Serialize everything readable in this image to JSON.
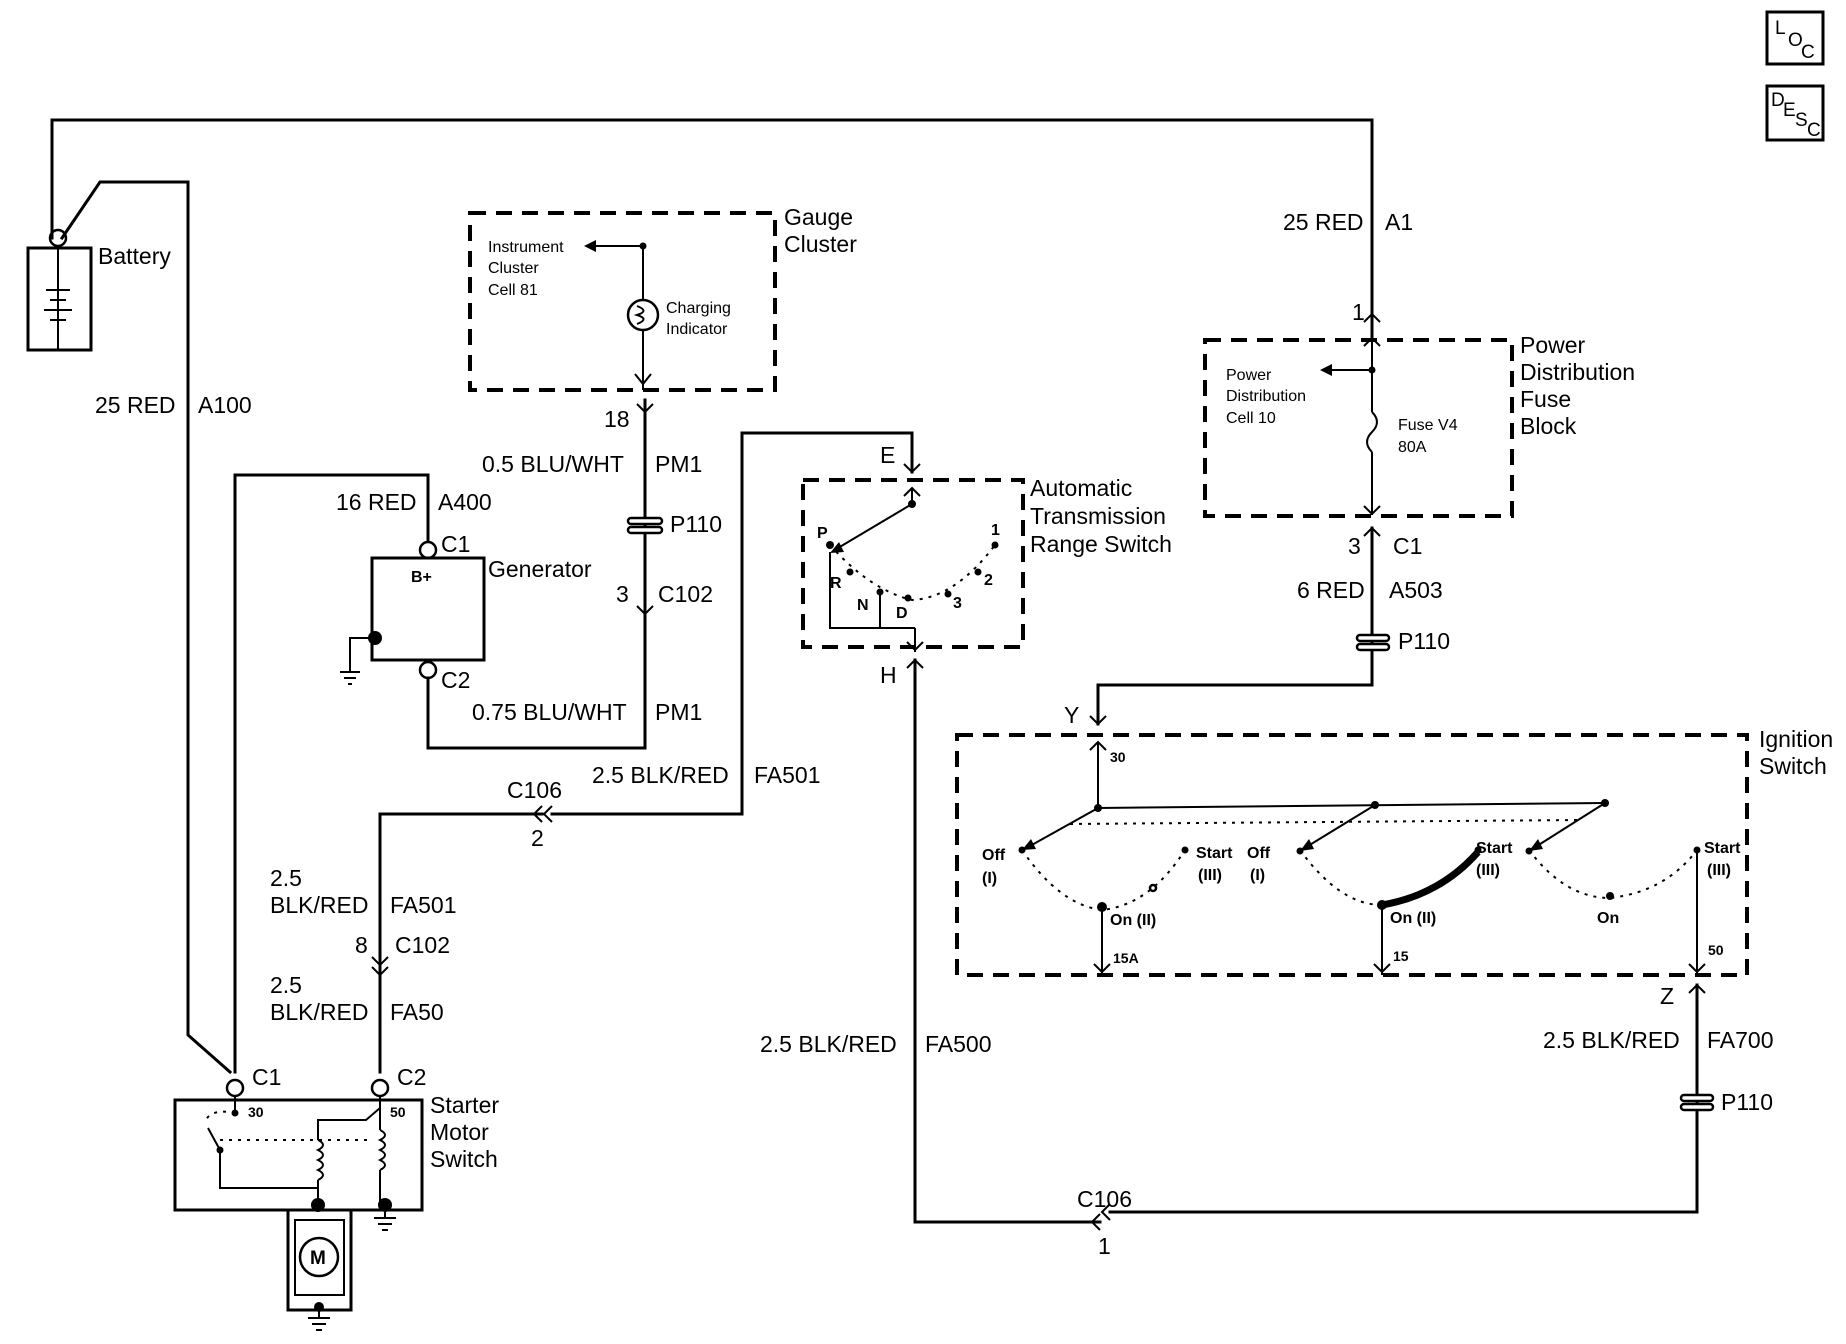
{
  "nav_icons": {
    "loc": [
      "L",
      "O",
      "C"
    ],
    "desc": [
      "D",
      "E",
      "S",
      "C"
    ]
  },
  "battery": {
    "label": "Battery",
    "wire_color": "25 RED",
    "circuit": "A100"
  },
  "gauge_cluster": {
    "title": [
      "Gauge",
      "Cluster"
    ],
    "cell": [
      "Instrument",
      "Cluster",
      "Cell 81"
    ],
    "indicator": [
      "Charging",
      "Indicator"
    ],
    "pin": "18",
    "wire_color": "0.5 BLU/WHT",
    "circuit": "PM1",
    "splice": "P110",
    "conn_pin": "3",
    "conn": "C102"
  },
  "generator": {
    "label": "Generator",
    "wire_color": "16 RED",
    "circuit": "A400",
    "terminal_c1": "C1",
    "terminal_c2": "C2",
    "b_plus": "B+",
    "wire2_color": "0.75 BLU/WHT",
    "circuit2": "PM1"
  },
  "trans_range_switch": {
    "title": [
      "Automatic",
      "Transmission",
      "Range Switch"
    ],
    "top_pin": "E",
    "bottom_pin": "H",
    "positions": [
      "P",
      "R",
      "N",
      "D",
      "3",
      "2",
      "1"
    ],
    "wire_color": "2.5 BLK/RED",
    "circuit": "FA501"
  },
  "c106_top": {
    "conn": "C106",
    "pin": "2"
  },
  "starter_feed": {
    "wire_color_a": "2.5",
    "wire_color_b": "BLK/RED",
    "circuit": "FA501",
    "conn_pin": "8",
    "conn": "C102",
    "wire2_color_a": "2.5",
    "wire2_color_b": "BLK/RED",
    "circuit2": "FA50"
  },
  "starter": {
    "title": [
      "Starter",
      "Motor",
      "Switch"
    ],
    "c1": "C1",
    "c2": "C2",
    "t30": "30",
    "t50": "50",
    "motor": "M"
  },
  "pdfb": {
    "title": [
      "Power",
      "Distribution",
      "Fuse",
      "Block"
    ],
    "cell": [
      "Power",
      "Distribution",
      "Cell 10"
    ],
    "fuse": [
      "Fuse V4",
      "80A"
    ],
    "in_wire_color": "25 RED",
    "in_circuit": "A1",
    "in_pin": "1",
    "out_pin": "3",
    "out_conn": "C1",
    "out_wire_color": "6 RED",
    "out_circuit": "A503",
    "splice": "P110"
  },
  "ignition_switch": {
    "title": [
      "Ignition",
      "Switch"
    ],
    "in_pin": "Y",
    "out_pin": "Z",
    "t30": "30",
    "t15a": "15A",
    "t15": "15",
    "t50": "50",
    "off": "Off",
    "off_sub": "(I)",
    "start": "Start",
    "start_sub": "(III)",
    "on2": "On (II)",
    "on": "On"
  },
  "start_return": {
    "wire_color": "2.5 BLK/RED",
    "circuit": "FA700",
    "splice": "P110",
    "conn": "C106",
    "conn_pin": "1",
    "trs_wire_color": "2.5 BLK/RED",
    "trs_circuit": "FA500"
  }
}
